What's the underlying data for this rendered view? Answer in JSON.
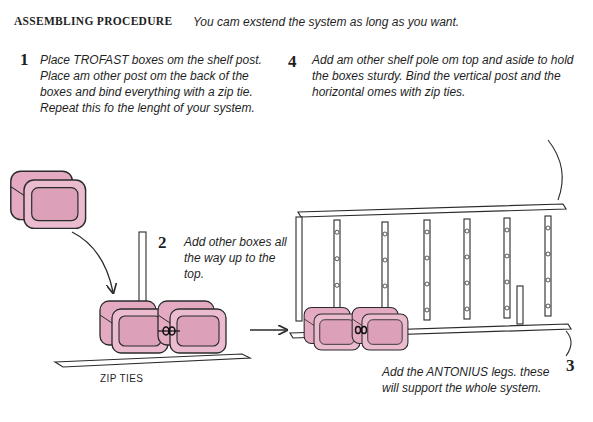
{
  "diagram": {
    "title": "ASSEMBLING PROCEDURE",
    "labels": [
      "You cam exstend the system as long as you want.",
      "1",
      "Place TROFAST boxes om the shelf post. Place am other post om the back of the boxes and bind everything with a zip tie. Repeat this fo the lenght of your system.",
      "2",
      "Add other boxes all the way up to the top.",
      "ZIP TIES",
      "4",
      "Add am other shelf pole om top and aside to hold the boxes sturdy. Bind the vertical post and the horizontal omes with zip ties.",
      "3",
      "Add the ANTONIUS legs. these will support the whole system."
    ]
  }
}
